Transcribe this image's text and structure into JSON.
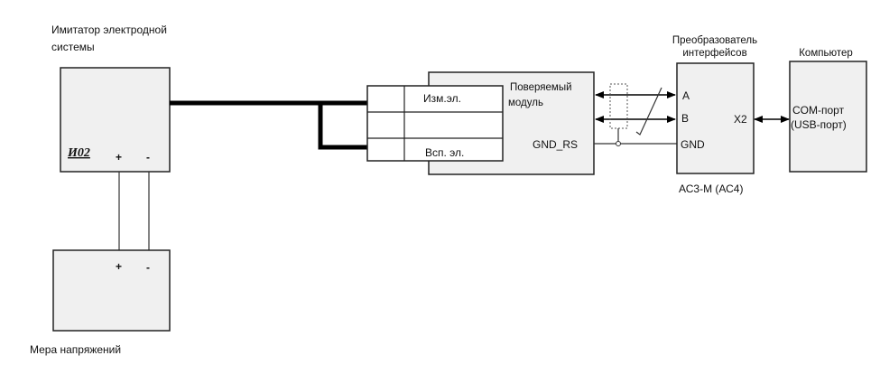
{
  "simulator": {
    "title_line1": "Имитатор электродной",
    "title_line2": "системы",
    "id_label": "И02",
    "plus": "+",
    "minus": "-"
  },
  "voltage_measure": {
    "title": "Мера напряжений",
    "plus": "+",
    "minus": "-"
  },
  "connector": {
    "row1": "Изм.эл.",
    "row2": "",
    "row3": "Всп. эл."
  },
  "module": {
    "title_line1": "Поверяемый",
    "title_line2": "модуль",
    "gnd_label": "GND_RS"
  },
  "converter": {
    "title_line1": "Преобразователь",
    "title_line2": "интерфейсов",
    "pin_a": "A",
    "pin_b": "B",
    "pin_gnd": "GND",
    "port": "X2",
    "model": "АС3-М  (АС4)"
  },
  "computer": {
    "title": "Компьютер",
    "port_line1": "COM-порт",
    "port_line2": "(USB-порт)"
  }
}
